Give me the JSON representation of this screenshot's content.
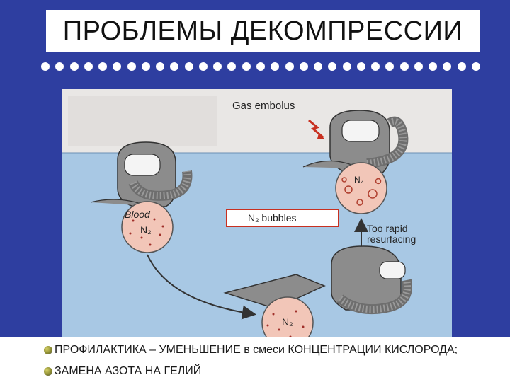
{
  "title": "ПРОБЛЕМЫ ДЕКОМПРЕССИИ",
  "figure": {
    "gas_embolus": "Gas embolus",
    "blood": "Blood",
    "n2": "N₂",
    "n2_bubbles": "N₂ bubbles",
    "too_rapid": "Too rapid",
    "resurfacing": "resurfacing"
  },
  "bullets": [
    "ПРОФИЛАКТИКА – УМЕНЬШЕНИЕ в смеси КОНЦЕНТРАЦИИ КИСЛОРОДА;",
    "ЗАМЕНА АЗОТА НА ГЕЛИЙ"
  ],
  "colors": {
    "background": "#2e3ea0",
    "water": "#a8c8e4",
    "helmet": "#8c8c8c",
    "arrow_red": "#c83020"
  }
}
